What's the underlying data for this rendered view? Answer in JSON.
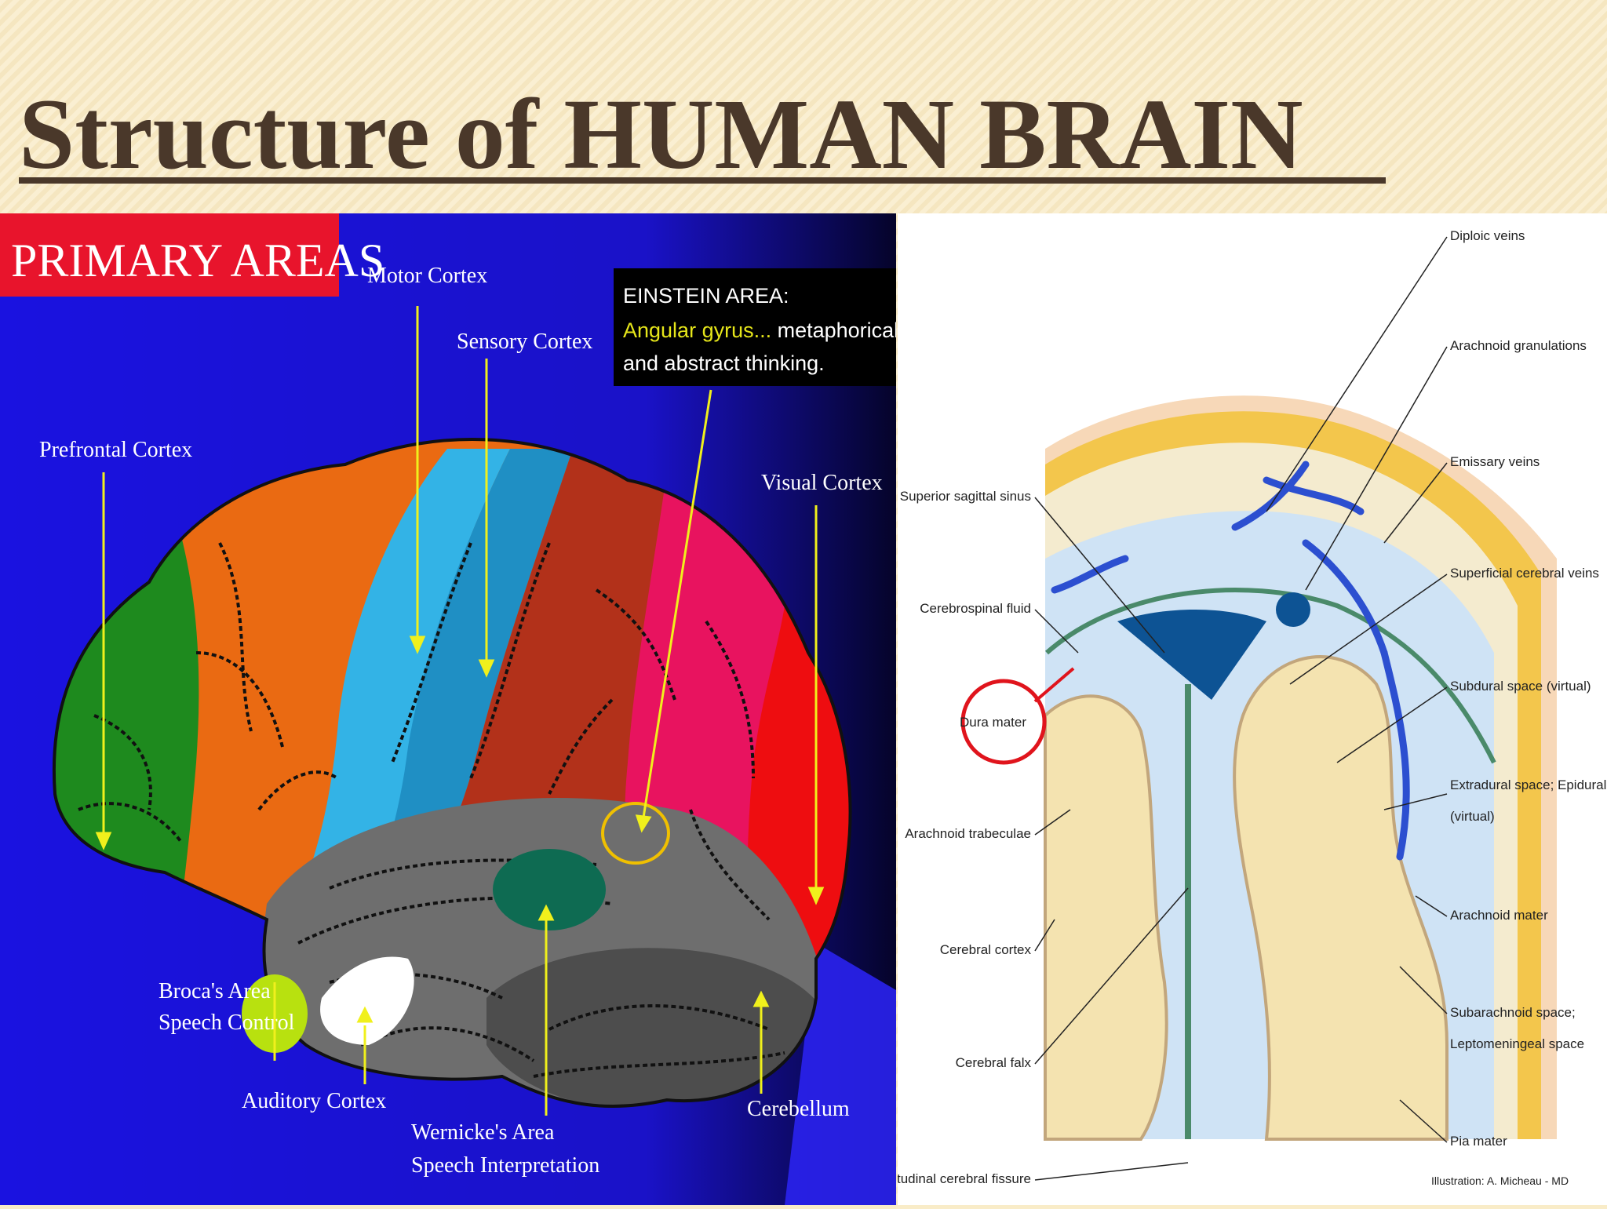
{
  "title": "Structure of HUMAN BRAIN",
  "colors": {
    "title": "#4a382a",
    "slide_background": "#f9ecc8",
    "brain_background": "#1b14d6",
    "prefrontal": "#1e8a1e",
    "frontal": "#ea6a12",
    "motor_sensory": "#33b3e6",
    "parietal": "#b2311a",
    "occipital": "#e8135f",
    "visual": "#ee0d10",
    "temporal": "#6e6e6e",
    "cerebellum": "#4d4d4d",
    "wernicke": "#0e6b52",
    "broca": "#b8e10f",
    "primary_banner": "#e8142c",
    "arrow": "#f0f01c",
    "dura_circle": "#e0141c"
  },
  "brain_diagram": {
    "banner": "PRIMARY AREAS",
    "labels": {
      "motor_cortex": "Motor Cortex",
      "sensory_cortex": "Sensory Cortex",
      "prefrontal_cortex": "Prefrontal Cortex",
      "visual_cortex": "Visual Cortex",
      "broca_line1": "Broca's Area",
      "broca_line2": "Speech Control",
      "auditory_cortex": "Auditory Cortex",
      "wernicke_line1": "Wernicke's Area",
      "wernicke_line2": "Speech Interpretation",
      "cerebellum": "Cerebellum"
    },
    "einstein_box": {
      "heading": "EINSTEIN AREA:",
      "highlight": "Angular gyrus...",
      "line1_rest": " metaphorical",
      "line2": "and abstract thinking."
    }
  },
  "meninges_diagram": {
    "right_labels": {
      "diploic_veins": "Diploic veins",
      "arachnoid_granulations": "Arachnoid granulations",
      "emissary_veins": "Emissary veins",
      "superficial_cerebral_veins": "Superficial cerebral veins",
      "subdural_space": "Subdural space (virtual)",
      "extradural_line1": "Extradural space; Epidural space",
      "extradural_line2": "(virtual)",
      "arachnoid_mater": "Arachnoid mater",
      "subarachnoid_line1": "Subarachnoid space;",
      "subarachnoid_line2": "Leptomeningeal space",
      "pia_mater": "Pia mater",
      "credit": "Illustration: A. Micheau - MD"
    },
    "left_labels": {
      "superior_sagittal_sinus": "Superior sagittal sinus",
      "cerebrospinal_fluid": "Cerebrospinal fluid",
      "dura_mater": "Dura mater",
      "arachnoid_trabeculae": "Arachnoid trabeculae",
      "cerebral_cortex": "Cerebral cortex",
      "cerebral_falx": "Cerebral falx",
      "longitudinal_fissure": "Longitudinal cerebral fissure"
    }
  }
}
